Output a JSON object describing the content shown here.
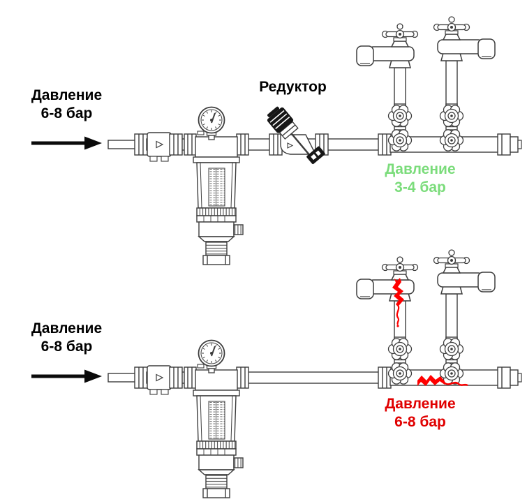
{
  "colors": {
    "stroke": "#3d3d3d",
    "text": "#000000",
    "green": "#7bdc7b",
    "red_text": "#e00000",
    "crack": "#ff0000",
    "reducer_cap": "#161616",
    "background": "#ffffff"
  },
  "icons": {
    "flow_arrow": "right-arrow"
  },
  "top": {
    "inlet_line1": "Давление",
    "inlet_line2": "6-8 бар",
    "reducer_label": "Редуктор",
    "outlet_line1": "Давление",
    "outlet_line2": "3-4 бар"
  },
  "bottom": {
    "inlet_line1": "Давление",
    "inlet_line2": "6-8 бар",
    "outlet_line1": "Давление",
    "outlet_line2": "6-8 бар"
  }
}
